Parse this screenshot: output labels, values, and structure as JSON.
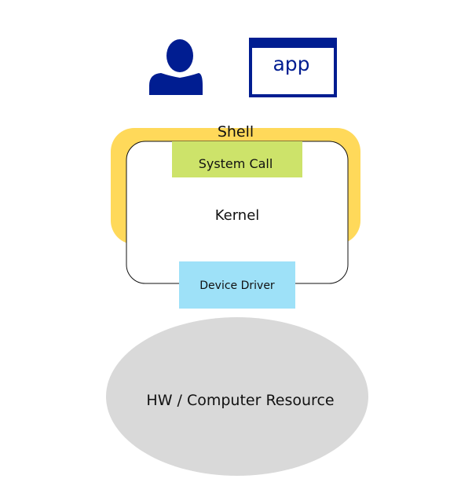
{
  "diagram": {
    "app_label": "app",
    "shell_label": "Shell",
    "system_call_label": "System Call",
    "kernel_label": "Kernel",
    "device_driver_label": "Device Driver",
    "hardware_label": "HW / Computer Resource"
  },
  "colors": {
    "user_icon": "#001d91",
    "app_window": "#001d91",
    "shell": "#ffd95a",
    "kernel_fill": "#ffffff",
    "kernel_stroke": "#111111",
    "system_call": "#cde36a",
    "device_driver": "#9ee1f8",
    "hardware": "#d9d9d9"
  },
  "icons": {
    "user": "person-icon",
    "app": "app-window-icon"
  }
}
